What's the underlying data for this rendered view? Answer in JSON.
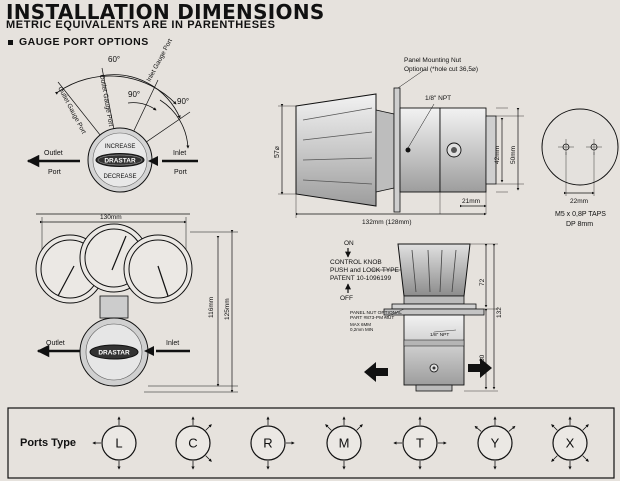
{
  "title": "INSTALLATION DIMENSIONS",
  "subtitle": "METRIC EQUIVALENTS ARE IN PARENTHESES",
  "section": "GAUGE PORT OPTIONS",
  "gauge_options": {
    "angle_60": "60°",
    "angle_90a": "90°",
    "angle_90b": "90°",
    "outlet_gauge_port": "Outlet Gauge Port",
    "outlet_gauge_port_2": "Outlet Gauge Port",
    "inlet_gauge_port": "Inlet Gauge Port",
    "outlet_port_1": "Outlet",
    "outlet_port_2": "Port",
    "inlet_port_1": "Inlet",
    "inlet_port_2": "Port",
    "increase": "INCREASE",
    "decrease": "DECREASE",
    "brand": "DRASTAR"
  },
  "top_view": {
    "width": "130mm",
    "h1": "116mm",
    "h2": "125mm",
    "outlet": "Outlet",
    "inlet": "Inlet",
    "brand": "DRASTAR"
  },
  "side_view": {
    "panel_nut_1": "Panel Mounting Nut",
    "panel_nut_2": "Optional (*hole cut 36,5⌀)",
    "npt": "1/8\" NPT",
    "dia": "57⌀",
    "d42": "42mm",
    "d50": "50mm",
    "d21": "21mm",
    "length": "132mm (128mm)"
  },
  "end_view": {
    "d22": "22mm",
    "taps_1": "M5 x 0,8P TAPS",
    "taps_2": "DP 8mm"
  },
  "knob_view": {
    "on": "ON",
    "knob_1": "CONTROL KNOB",
    "knob_2": "PUSH and LOCK TYPE",
    "knob_3": "PATENT 10-1096199",
    "off": "OFF",
    "panel_1": "PANEL NUT OPTIONAL",
    "panel_2": "PART #873-PM NUT",
    "max_1": "MAX 6MM",
    "max_2": "0,2mm MIN",
    "npt": "1/8\" NPT",
    "h72": "72",
    "h132": "132",
    "h60": "60"
  },
  "ports": {
    "label": "Ports Type",
    "types": [
      "L",
      "C",
      "R",
      "M",
      "T",
      "Y",
      "X"
    ]
  }
}
